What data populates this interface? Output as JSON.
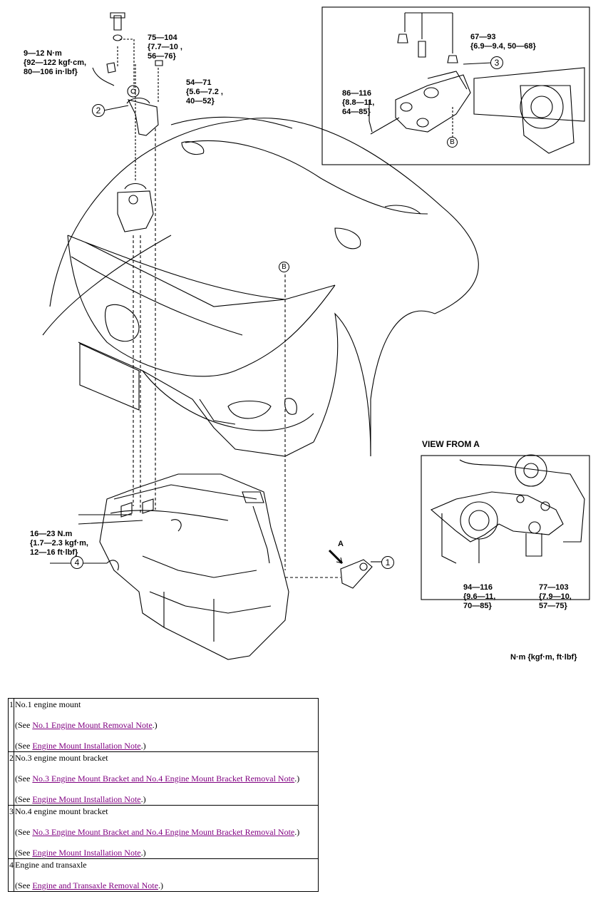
{
  "torques": {
    "t1": [
      "75—104",
      "{7.7—10 ,",
      "56—76}"
    ],
    "t2": [
      "9—12 N·m",
      "{92—122 kgf·cm,",
      "80—106 in·lbf}"
    ],
    "t3": [
      "54—71",
      "{5.6—7.2 ,",
      "40—52}"
    ],
    "t4": [
      "67—93",
      "{6.9—9.4, 50—68}"
    ],
    "t5": [
      "86—116",
      "{8.8—11,",
      "64—85}"
    ],
    "t6": [
      "16—23 N.m",
      "{1.7—2.3 kgf·m,",
      "12—16 ft·lbf}"
    ],
    "t7": [
      "94—116",
      "{9.6—11,",
      "70—85}"
    ],
    "t8": [
      "77—103",
      "{7.9—10,",
      "57—75}"
    ]
  },
  "labels": {
    "view_from_a": "VIEW FROM A",
    "units": "N·m {kgf·m, ft·lbf}",
    "arrow_a": "A",
    "ref_b": "B",
    "c1": "1",
    "c2": "2",
    "c3": "3",
    "c4": "4"
  },
  "parts": [
    {
      "num": "1",
      "name": "No.1 engine mount",
      "notes": [
        {
          "pre": "(See ",
          "link": "No.1 Engine Mount Removal Note",
          "post": ".)"
        },
        {
          "pre": "(See ",
          "link": "Engine Mount Installation Note",
          "post": ".)"
        }
      ]
    },
    {
      "num": "2",
      "name": "No.3 engine mount bracket",
      "notes": [
        {
          "pre": "(See ",
          "link": "No.3 Engine Mount Bracket and No.4 Engine Mount Bracket Removal Note",
          "post": ".)"
        },
        {
          "pre": "(See ",
          "link": "Engine Mount Installation Note",
          "post": ".)"
        }
      ]
    },
    {
      "num": "3",
      "name": "No.4 engine mount bracket",
      "notes": [
        {
          "pre": "(See ",
          "link": "No.3 Engine Mount Bracket and No.4 Engine Mount Bracket Removal Note",
          "post": ".)"
        },
        {
          "pre": "(See ",
          "link": "Engine Mount Installation Note",
          "post": ".)"
        }
      ]
    },
    {
      "num": "4",
      "name": "Engine and transaxle",
      "notes": [
        {
          "pre": "(See ",
          "link": "Engine and Transaxle Removal Note",
          "post": ".)"
        }
      ]
    }
  ]
}
